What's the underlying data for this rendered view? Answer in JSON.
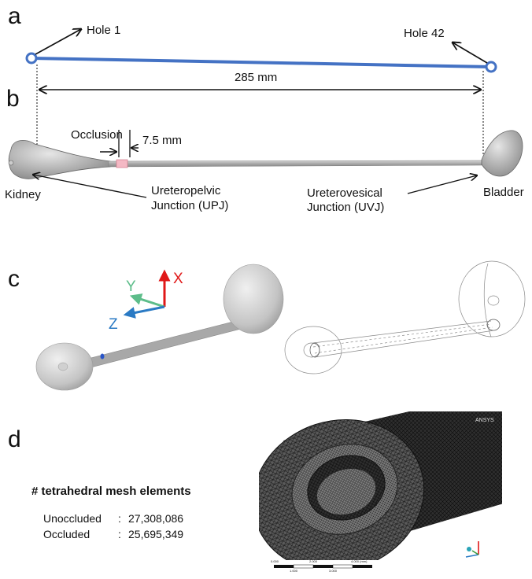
{
  "panel_a": {
    "letter": "a",
    "hole_start": "Hole 1",
    "hole_end": "Hole 42"
  },
  "panel_b": {
    "letter": "b",
    "length": "285 mm",
    "occlusion": "Occlusion",
    "occlusion_offset": "7.5 mm",
    "kidney": "Kidney",
    "upj_line1": "Ureteropelvic",
    "upj_line2": "Junction (UPJ)",
    "uvj_line1": "Ureterovesical",
    "uvj_line2": "Junction (UVJ)",
    "bladder": "Bladder"
  },
  "panel_c": {
    "letter": "c",
    "axis_x": "X",
    "axis_y": "Y",
    "axis_z": "Z"
  },
  "panel_d": {
    "letter": "d",
    "mesh_title": "# tetrahedral mesh elements",
    "rows": [
      {
        "label": "Unoccluded",
        "sep": ":",
        "value": "27,308,086"
      },
      {
        "label": "Occluded",
        "sep": ":",
        "value": "25,695,349"
      }
    ],
    "ansys_mark": "ANSYS",
    "scale_top": [
      "0.000",
      "2.000",
      "4.000 (mm)"
    ],
    "scale_bottom": [
      "1.000",
      "3.000"
    ]
  },
  "colors": {
    "stent_blue": "#4472c4",
    "organ_gray": "#b5b5b5",
    "axis_x": "#e01818",
    "axis_y": "#5dbd8a",
    "axis_z": "#2a7ac4",
    "occlusion_pink": "#f4b8c4"
  }
}
